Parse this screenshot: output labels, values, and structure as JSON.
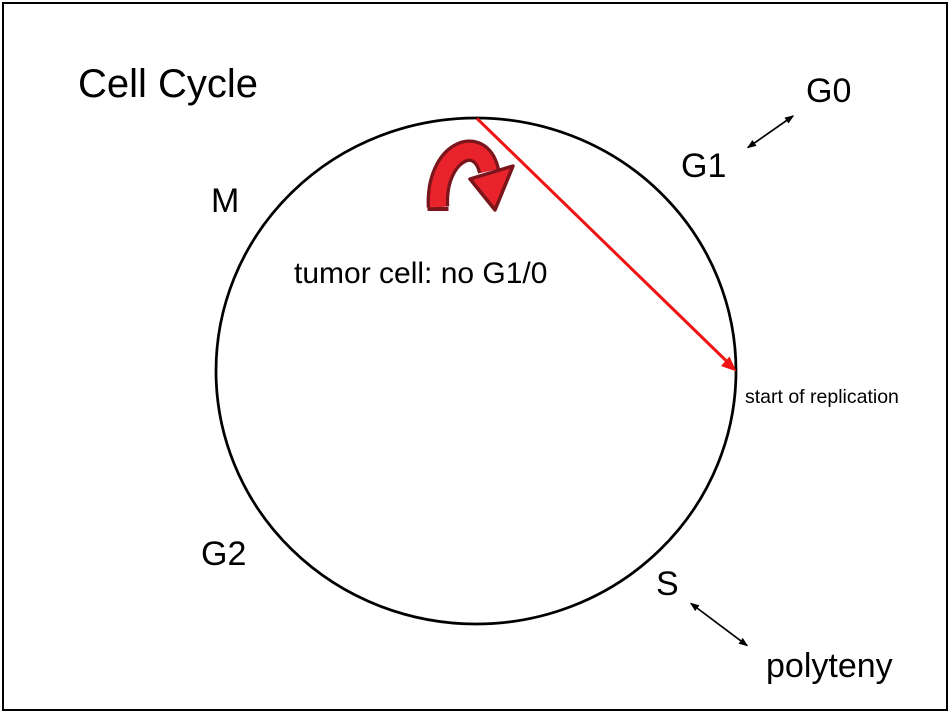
{
  "diagram": {
    "title": "Cell Cycle",
    "phases": {
      "m": "M",
      "g1": "G1",
      "g0": "G0",
      "g2": "G2",
      "s": "S"
    },
    "annotations": {
      "tumor_note": "tumor cell: no G1/0",
      "start_of_replication": "start of replication",
      "polyteny": "polyteny"
    },
    "colors": {
      "ink": "#000000",
      "arrow_red": "#e8232b",
      "arrow_red_outline": "#7a151c",
      "shortcut_red": "#ee1414"
    }
  }
}
